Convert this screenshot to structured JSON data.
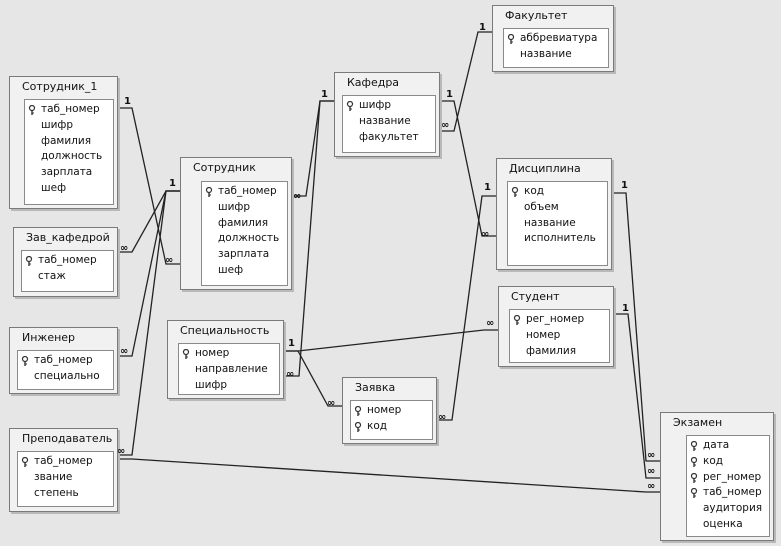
{
  "tables": [
    {
      "id": "sotrudnik1",
      "title": "Сотрудник_1",
      "fields": [
        {
          "name": "таб_номер",
          "key": true
        },
        {
          "name": "шифр"
        },
        {
          "name": "фамилия"
        },
        {
          "name": "должность"
        },
        {
          "name": "зарплата"
        },
        {
          "name": "шеф"
        }
      ]
    },
    {
      "id": "zavkaf",
      "title": "Зав_кафедрой",
      "fields": [
        {
          "name": "таб_номер",
          "key": true
        },
        {
          "name": "стаж"
        }
      ]
    },
    {
      "id": "inzhener",
      "title": "Инженер",
      "fields": [
        {
          "name": "таб_номер",
          "key": true
        },
        {
          "name": "специально"
        }
      ]
    },
    {
      "id": "prepod",
      "title": "Преподаватель",
      "fields": [
        {
          "name": "таб_номер",
          "key": true
        },
        {
          "name": "звание"
        },
        {
          "name": "степень"
        }
      ]
    },
    {
      "id": "sotrudnik",
      "title": "Сотрудник",
      "fields": [
        {
          "name": "таб_номер",
          "key": true
        },
        {
          "name": "шифр"
        },
        {
          "name": "фамилия"
        },
        {
          "name": "должность"
        },
        {
          "name": "зарплата"
        },
        {
          "name": "шеф"
        }
      ]
    },
    {
      "id": "specialnost",
      "title": "Специальность",
      "fields": [
        {
          "name": "номер",
          "key": true
        },
        {
          "name": "направление"
        },
        {
          "name": "шифр"
        }
      ]
    },
    {
      "id": "kafedra",
      "title": "Кафедра",
      "fields": [
        {
          "name": "шифр",
          "key": true
        },
        {
          "name": "название"
        },
        {
          "name": "факультет"
        }
      ]
    },
    {
      "id": "zayavka",
      "title": "Заявка",
      "fields": [
        {
          "name": "номер",
          "key": true
        },
        {
          "name": "код",
          "key": true
        }
      ]
    },
    {
      "id": "fakultet",
      "title": "Факультет",
      "fields": [
        {
          "name": "аббревиатура",
          "key": true
        },
        {
          "name": "название"
        }
      ]
    },
    {
      "id": "disciplina",
      "title": "Дисциплина",
      "fields": [
        {
          "name": "код",
          "key": true
        },
        {
          "name": "объем"
        },
        {
          "name": "название"
        },
        {
          "name": "исполнитель"
        }
      ]
    },
    {
      "id": "student",
      "title": "Студент",
      "fields": [
        {
          "name": "рег_номер",
          "key": true
        },
        {
          "name": "номер"
        },
        {
          "name": "фамилия"
        }
      ]
    },
    {
      "id": "ekzamen",
      "title": "Экзамен",
      "fields": [
        {
          "name": "дата",
          "key": true
        },
        {
          "name": "код",
          "key": true
        },
        {
          "name": "рег_номер",
          "key": true
        },
        {
          "name": "таб_номер",
          "key": true
        },
        {
          "name": "аудитория"
        },
        {
          "name": "оценка"
        }
      ]
    }
  ],
  "labels": {
    "one": "1",
    "many": "∞"
  }
}
